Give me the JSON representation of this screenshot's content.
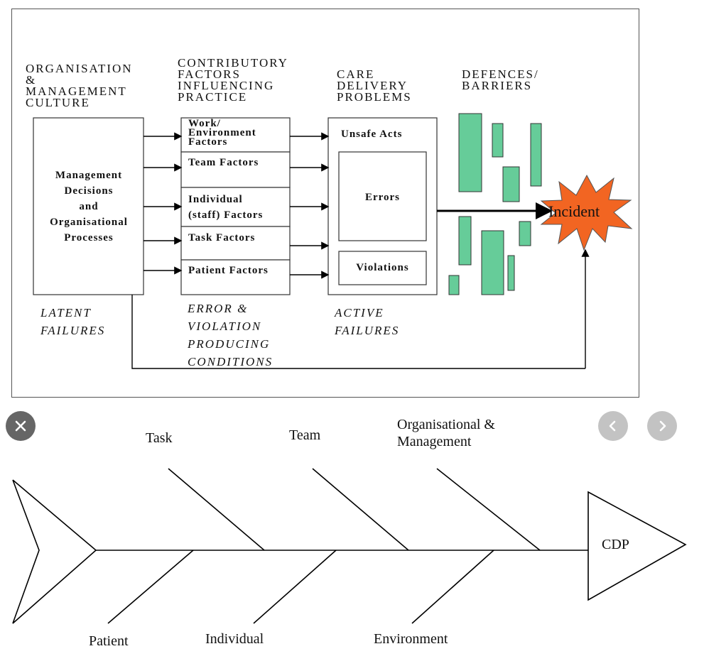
{
  "top_diagram": {
    "headers": {
      "organisation": [
        "ORGANISATION",
        "&",
        "MANAGEMENT",
        "CULTURE"
      ],
      "contributory": [
        "CONTRIBUTORY",
        "FACTORS",
        "INFLUENCING",
        "PRACTICE"
      ],
      "care_delivery": [
        "CARE",
        "DELIVERY",
        "PROBLEMS"
      ],
      "defences": [
        "DEFENCES/",
        "BARRIERS"
      ]
    },
    "management_box": [
      "Management",
      "Decisions",
      "and",
      "Organisational",
      "Processes"
    ],
    "factors": [
      [
        "Work/",
        "Environment",
        "Factors"
      ],
      [
        "Team Factors"
      ],
      [
        "Individual",
        "(staff) Factors"
      ],
      [
        "Task Factors"
      ],
      [
        "Patient Factors"
      ]
    ],
    "unsafe_acts": "Unsafe Acts",
    "errors": "Errors",
    "violations": "Violations",
    "incident": "Incident",
    "footers": {
      "latent": [
        "LATENT",
        "FAILURES"
      ],
      "error_violation": [
        "ERROR &",
        "VIOLATION",
        "PRODUCING",
        "CONDITIONS"
      ],
      "active": [
        "ACTIVE",
        "FAILURES"
      ]
    },
    "colors": {
      "barrier_fill": "#66cc99",
      "incident_fill": "#f26522"
    }
  },
  "fishbone": {
    "head": "CDP",
    "top_labels": [
      "Task",
      "Team",
      "Organisational &",
      "Management"
    ],
    "bottom_labels": [
      "Patient",
      "Individual",
      "Environment"
    ]
  },
  "controls": {
    "close_icon": "close-icon",
    "prev_icon": "chevron-left-icon",
    "next_icon": "chevron-right-icon"
  }
}
